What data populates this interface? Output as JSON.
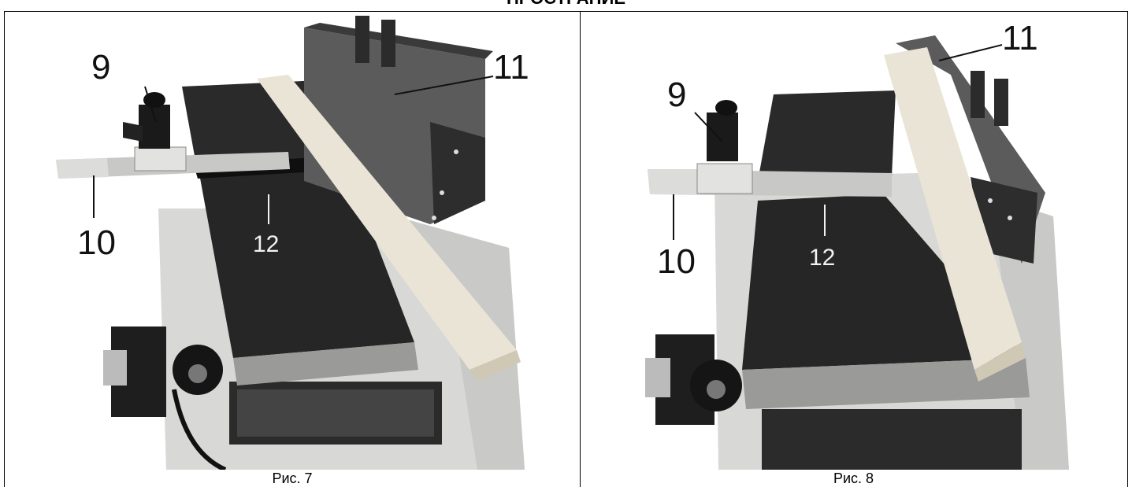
{
  "header": {
    "title": "ПРОСТРАНИЕ"
  },
  "figures": [
    {
      "caption": "Рис. 7",
      "labels": {
        "fence_clamp": "9",
        "guard_arm": "10",
        "fence": "11",
        "table": "12"
      }
    },
    {
      "caption": "Рис. 8",
      "labels": {
        "fence_clamp": "9",
        "guard_arm": "10",
        "fence": "11",
        "table": "12"
      }
    }
  ]
}
